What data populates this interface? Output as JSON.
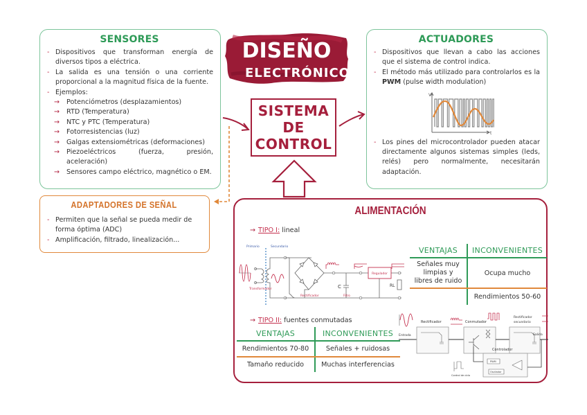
{
  "logo": {
    "line1": "DISEÑO",
    "line2": "ELECTRÓNICO",
    "brand_color": "#a51f3c"
  },
  "center": {
    "lines": [
      "SISTEMA",
      "DE",
      "CONTROL"
    ],
    "color": "#a51f3c"
  },
  "sensores": {
    "title": "SENSORES",
    "color": "#2e9a57",
    "items": [
      "Dispositivos que transforman energía de diversos tipos a eléctrica.",
      "La salida es una tensión o una corriente proporcional a la magnitud física de la fuente.",
      "Ejemplos:"
    ],
    "examples": [
      "Potenciómetros (desplazamientos)",
      "RTD (Temperatura)",
      "NTC y PTC (Temperatura)",
      "Fotorresistencias (luz)",
      "Galgas extensiométricas (deformaciones)",
      "Piezoeléctricos (fuerza, presión, aceleración)",
      "Sensores campo eléctrico, magnético o EM."
    ],
    "arrow_glyph": "→"
  },
  "actuadores": {
    "title": "ACTUADORES",
    "item1": "Dispositivos que llevan a cabo las acciones que el sistema de control indica.",
    "item2_pre": "El método más utilizado para controlarlos es la ",
    "item2_bold": "PWM",
    "item2_post": " (pulse width modulation)",
    "item3": "Los pines del microcontrolador pueden atacar directamente algunos sistemas simples (leds, relés) pero normalmente, necesitarán adaptación.",
    "pwm_chart": {
      "y_axis": "V",
      "x_axis": "t"
    }
  },
  "adaptadores": {
    "title": "ADAPTADORES DE SEÑAL",
    "color": "#d4732a",
    "items": [
      "Permiten que la señal se pueda medir de forma óptima (ADC)",
      "Amplificación, filtrado, linealización..."
    ]
  },
  "alimentacion": {
    "title": "ALIMENTACIÓN",
    "tipo1": {
      "label": "TIPO I:",
      "desc": "lineal"
    },
    "tipo2": {
      "label": "TIPO II:",
      "desc": "fuentes conmutadas"
    },
    "table1": {
      "headers": [
        "VENTAJAS",
        "INCONVENIENTES"
      ],
      "rows": [
        [
          "Señales muy limpias y libres de ruido",
          "Ocupa mucho"
        ],
        [
          "",
          "Rendimientos 50-60"
        ]
      ]
    },
    "table2": {
      "headers": [
        "VENTAJAS",
        "INCONVENIENTES"
      ],
      "rows": [
        [
          "Rendimientos 70-80",
          "Señales + ruidosas"
        ],
        [
          "Tamaño reducido",
          "Muchas interferencias"
        ]
      ]
    },
    "linear_diagram": {
      "primario": "Primario",
      "secundario": "Secundario",
      "transformador": "Transformador",
      "rectificador": "Rectificador",
      "filtro": "Filtro",
      "capacitor": "C",
      "regulador": "Regulador",
      "load": "RL"
    },
    "switching_diagram": {
      "entrada": "Entrada",
      "rectificador": "Rectificador",
      "conmutador": "Conmutador",
      "rect_secundario_1": "Rectificador",
      "rect_secundario_2": "secundario",
      "salida": "Salida",
      "controlador": "Controlador",
      "pwm": "PWM",
      "oscilador": "Oscilador",
      "control_ciclo": "Control de ciclo"
    }
  }
}
